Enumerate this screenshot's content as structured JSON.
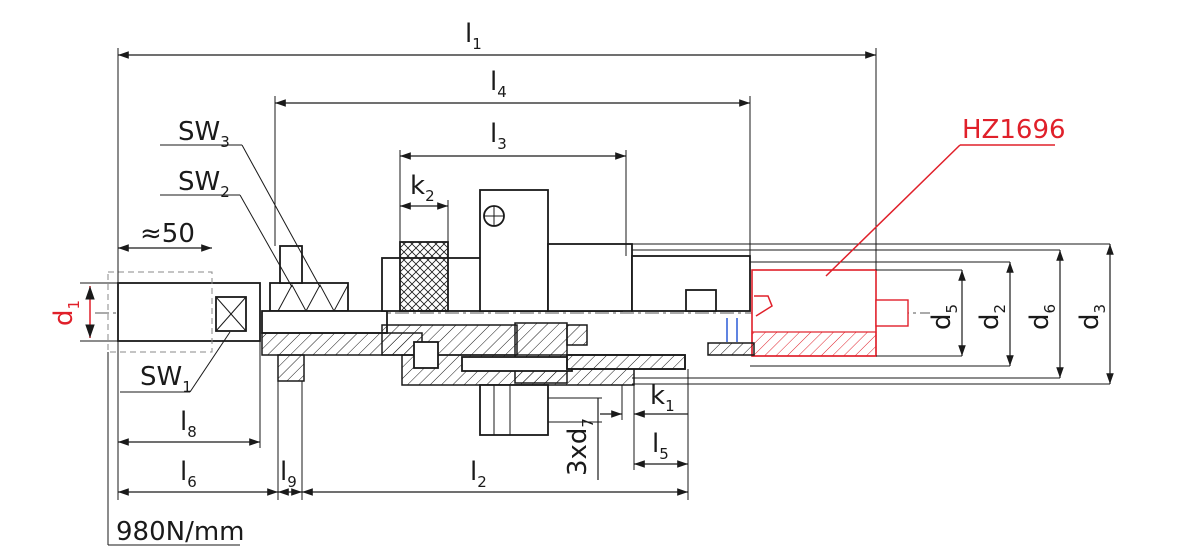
{
  "colors": {
    "line": "#1a1a1a",
    "accent": "#e0202a"
  },
  "labels": {
    "l1": {
      "main": "l",
      "sub": "1"
    },
    "l4": {
      "main": "l",
      "sub": "4"
    },
    "l3": {
      "main": "l",
      "sub": "3"
    },
    "k2": {
      "main": "k",
      "sub": "2"
    },
    "sw3": {
      "main": "SW",
      "sub": "3"
    },
    "sw2": {
      "main": "SW",
      "sub": "2"
    },
    "sw1": {
      "main": "SW",
      "sub": "1"
    },
    "approx50": "≈50",
    "d1": {
      "main": "d",
      "sub": "1"
    },
    "d5": {
      "main": "d",
      "sub": "5"
    },
    "d2": {
      "main": "d",
      "sub": "2"
    },
    "d6": {
      "main": "d",
      "sub": "6"
    },
    "d3": {
      "main": "d",
      "sub": "3"
    },
    "k1": {
      "main": "k",
      "sub": "1"
    },
    "xd7": {
      "main": "3xd",
      "sub": "7"
    },
    "l5": {
      "main": "l",
      "sub": "5"
    },
    "l8": {
      "main": "l",
      "sub": "8"
    },
    "l6": {
      "main": "l",
      "sub": "6"
    },
    "l9": {
      "main": "l",
      "sub": "9"
    },
    "l2": {
      "main": "l",
      "sub": "2"
    },
    "part_code": "HZ1696",
    "force": "980N/mm"
  }
}
